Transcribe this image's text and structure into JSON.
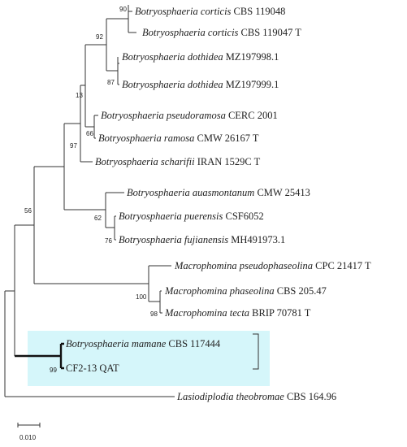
{
  "taxa": [
    {
      "id": "t1",
      "genus": "Botryosphaeria",
      "epithet": "corticis",
      "strain": "CBS 119048"
    },
    {
      "id": "t2",
      "genus": "Botryosphaeria",
      "epithet": "corticis",
      "strain": "CBS 119047 T"
    },
    {
      "id": "t3",
      "genus": "Botryosphaeria",
      "epithet": "dothidea",
      "strain": "MZ197998.1"
    },
    {
      "id": "t4",
      "genus": "Botryosphaeria",
      "epithet": "dothidea",
      "strain": "MZ197999.1"
    },
    {
      "id": "t5",
      "genus": "Botryosphaeria",
      "epithet": "pseudoramosa",
      "strain": "CERC 2001"
    },
    {
      "id": "t6",
      "genus": "Botryosphaeria",
      "epithet": "ramosa",
      "strain": "CMW 26167 T"
    },
    {
      "id": "t7",
      "genus": "Botryosphaeria",
      "epithet": "scharifii",
      "strain": "IRAN 1529C T"
    },
    {
      "id": "t8",
      "genus": "Botryosphaeria",
      "epithet": "auasmontanum",
      "strain": "CMW 25413"
    },
    {
      "id": "t9",
      "genus": "Botryosphaeria",
      "epithet": "puerensis",
      "strain": "CSF6052"
    },
    {
      "id": "t10",
      "genus": "Botryosphaeria",
      "epithet": "fujianensis",
      "strain": "MH491973.1"
    },
    {
      "id": "t11",
      "genus": "Macrophomina",
      "epithet": "pseudophaseolina",
      "strain": "CPC 21417 T"
    },
    {
      "id": "t12",
      "genus": "Macrophomina",
      "epithet": "phaseolina",
      "strain": "CBS 205.47"
    },
    {
      "id": "t13",
      "genus": "Macrophomina",
      "epithet": "tecta",
      "strain": "BRIP 70781 T"
    },
    {
      "id": "t14",
      "genus": "Botryosphaeria",
      "epithet": "mamane",
      "strain": "CBS 117444"
    },
    {
      "id": "t15",
      "genus": "",
      "epithet": "",
      "strain": "CF2-13 QAT"
    },
    {
      "id": "t16",
      "genus": "Lasiodiplodia",
      "epithet": "theobromae",
      "strain": "CBS 164.96"
    }
  ],
  "bootstrap": {
    "b90": "90",
    "b92": "92",
    "b87": "87",
    "b13": "13",
    "b66": "66",
    "b97": "97",
    "b62": "62",
    "b76": "76",
    "b56": "56",
    "b100": "100",
    "b98": "98",
    "b99": "99"
  },
  "scale_bar": {
    "label": "0.010"
  },
  "colors": {
    "highlight": "#d5f6fa",
    "branch": "#333333"
  }
}
